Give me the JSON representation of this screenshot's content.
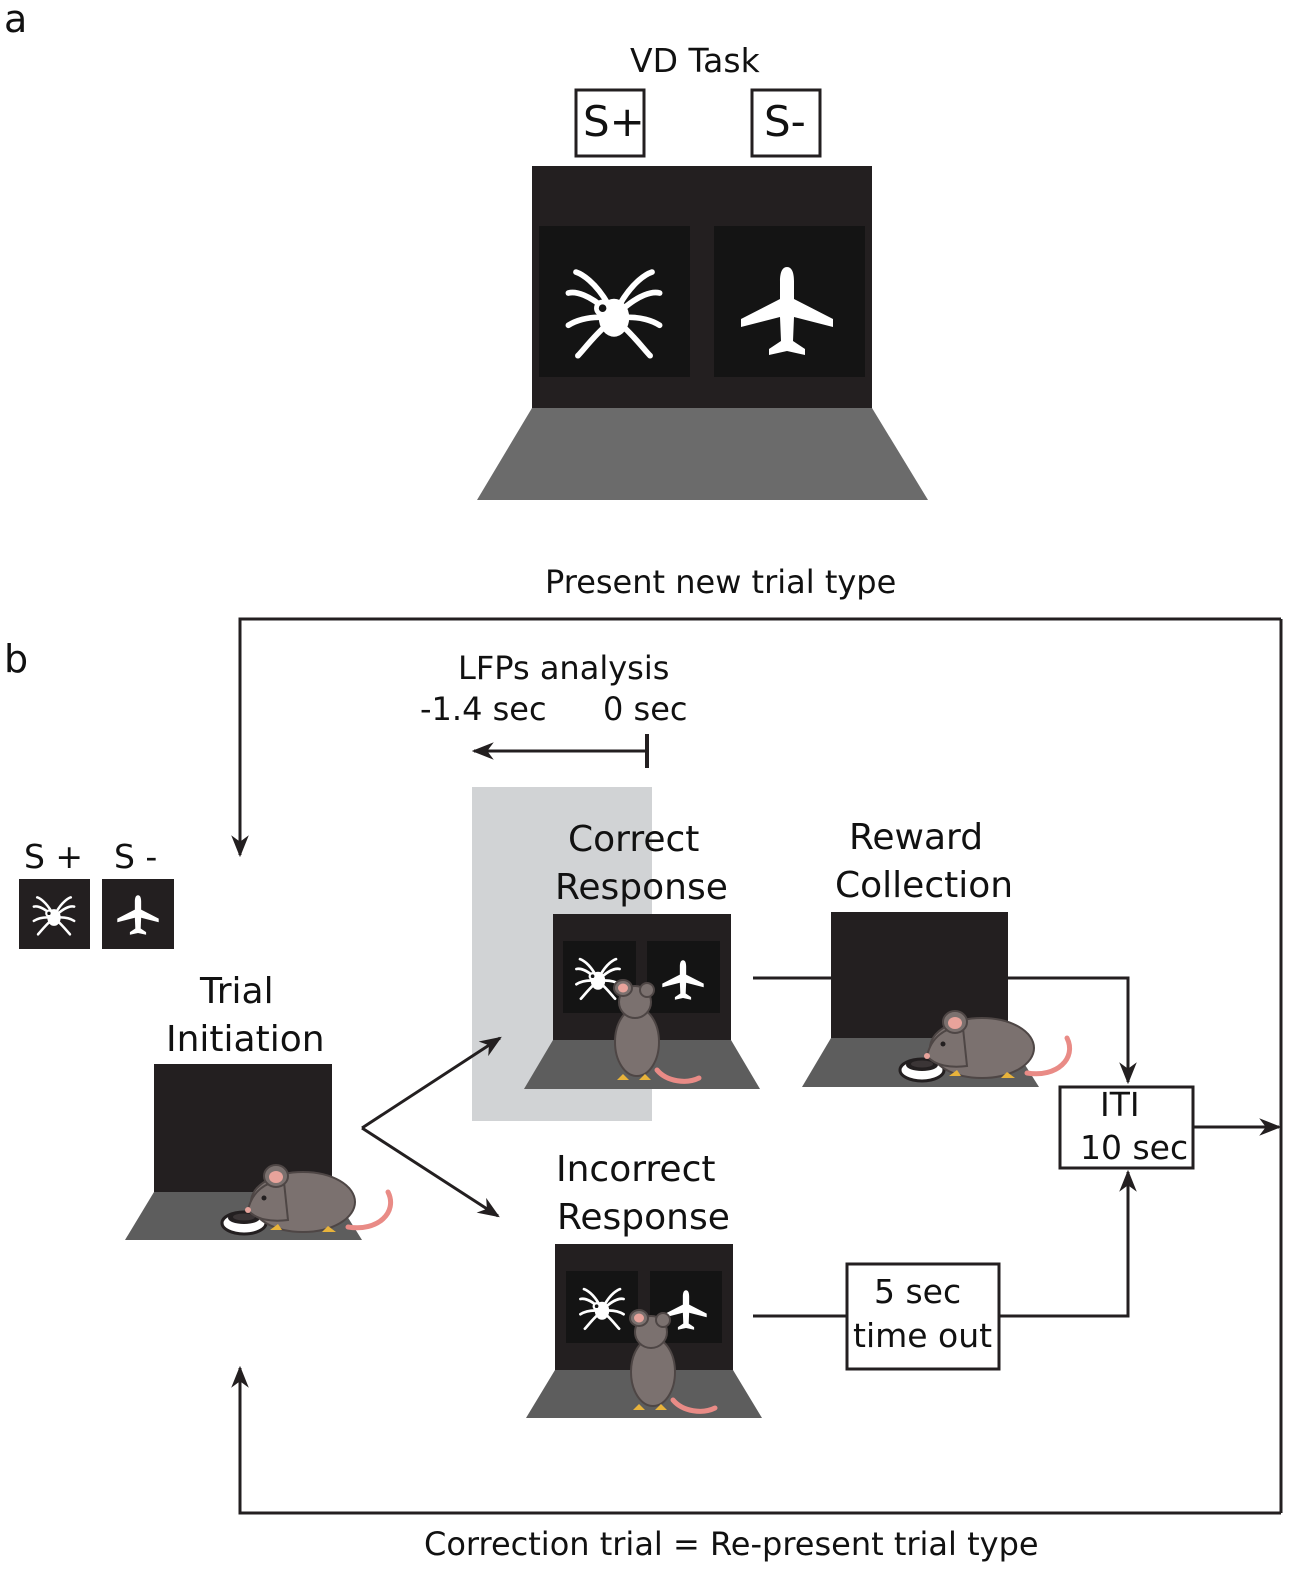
{
  "panel_a": {
    "label": "a",
    "title": "VD Task",
    "s_plus": "S+",
    "s_minus": "S-"
  },
  "panel_b": {
    "label": "b",
    "top_loop": "Present new trial type",
    "bottom_loop": "Correction trial = Re-present trial type",
    "lfp": {
      "title": "LFPs analysis",
      "start": "-1.4 sec",
      "end": "0 sec"
    },
    "legend": {
      "s_plus": "S +",
      "s_minus": "S -"
    },
    "trial_initiation": [
      "Trial",
      "Initiation"
    ],
    "correct_response": [
      "Correct",
      "Response"
    ],
    "reward_collection": [
      "Reward",
      "Collection"
    ],
    "incorrect_response": [
      "Incorrect",
      "Response"
    ],
    "iti": [
      "ITI",
      "10 sec"
    ],
    "timeout": [
      "5 sec",
      "time out"
    ]
  },
  "colors": {
    "box": "#231f20",
    "screen": "#141414",
    "floor_light": "#6b6b6b",
    "floor_dark": "#5d5d5d",
    "lfp_window": "#d1d3d5",
    "mouse": "#7b716f",
    "mouse_ear": "#e8a39b",
    "mouse_tail": "#e98b86",
    "mouse_feet": "#e8b33b"
  }
}
